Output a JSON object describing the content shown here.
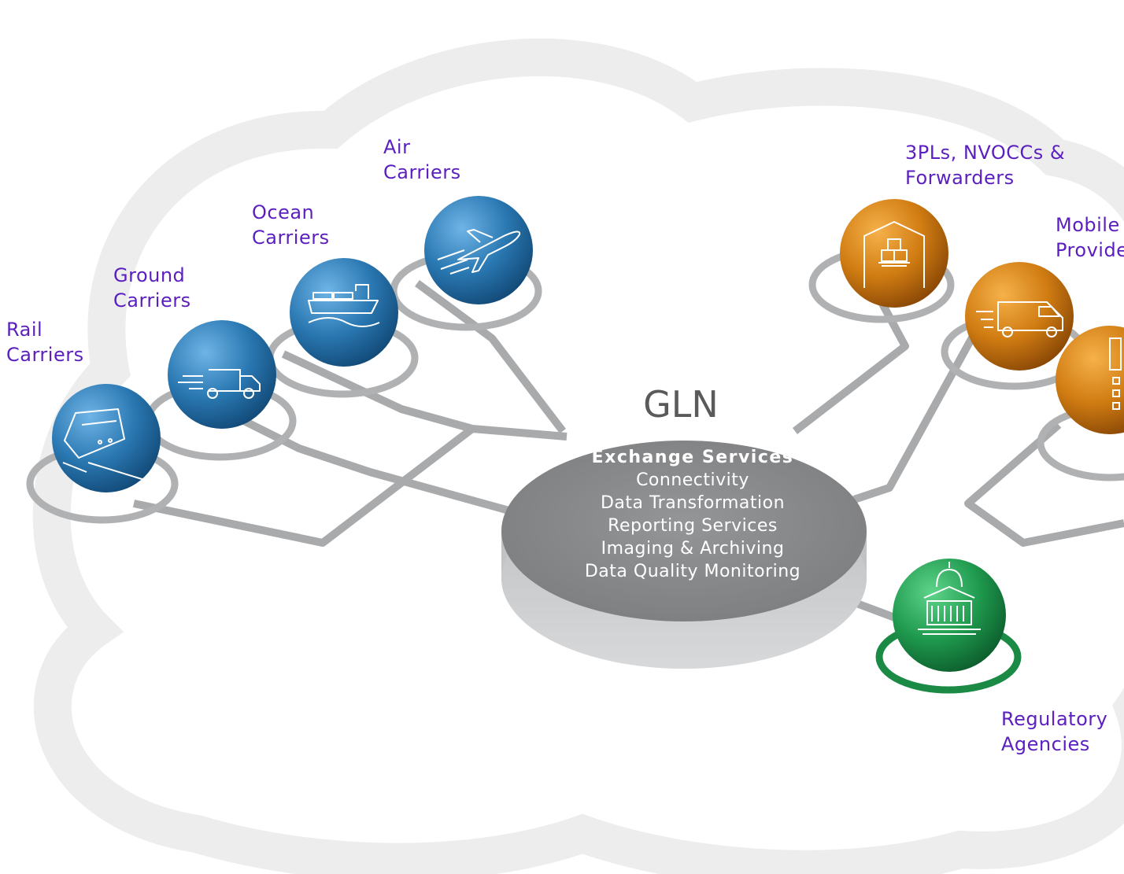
{
  "hub": {
    "title": "GLN",
    "heading": "Exchange  Services",
    "services": [
      "Connectivity",
      "Data Transformation",
      "Reporting Services",
      "Imaging & Archiving",
      "Data Quality Monitoring"
    ]
  },
  "nodes": {
    "rail": {
      "line1": "Rail",
      "line2": "Carriers",
      "icon": "train-icon"
    },
    "ground": {
      "line1": "Ground",
      "line2": "Carriers",
      "icon": "truck-icon"
    },
    "ocean": {
      "line1": "Ocean",
      "line2": "Carriers",
      "icon": "ship-icon"
    },
    "air": {
      "line1": "Air",
      "line2": "Carriers",
      "icon": "airplane-icon"
    },
    "logistics": {
      "line1": "3PLs, NVOCCs &",
      "line2": "Forwarders",
      "icon": "warehouse-icon"
    },
    "mobile": {
      "line1": "Mobile",
      "line2": "Provide",
      "icon": "van-icon"
    },
    "building": {
      "icon": "building-icon"
    },
    "regulatory": {
      "line1": "Regulatory",
      "line2": "Agencies",
      "icon": "capitol-icon"
    }
  },
  "colors": {
    "label": "#5b1fbf",
    "carrier_blue": "#1f6ea3",
    "provider_orange": "#c8730a",
    "agency_green": "#1a8a45",
    "hub_gray": "#8c8d8f",
    "connector_gray": "#a9aaac"
  }
}
